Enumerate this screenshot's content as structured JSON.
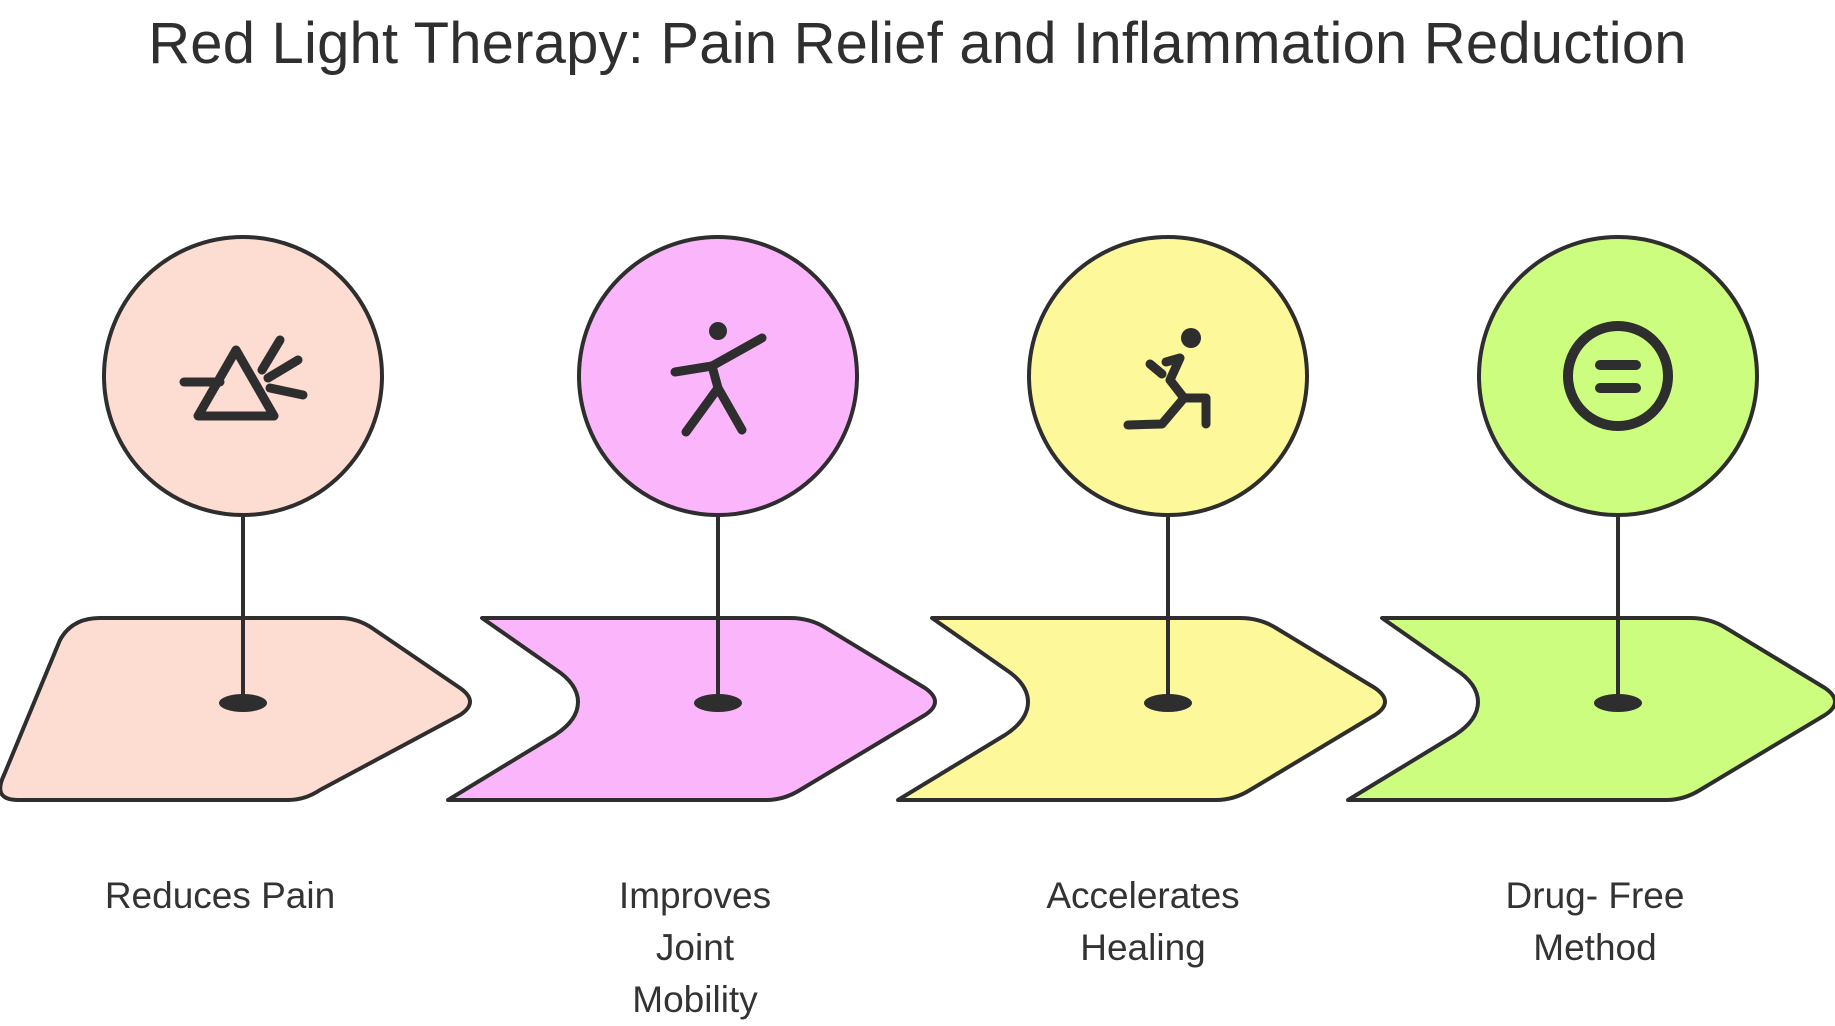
{
  "title": "Red Light Therapy: Pain Relief and Inflammation Reduction",
  "steps": [
    {
      "label_lines": [
        "Reduces Pain"
      ],
      "icon": "light-prism-icon",
      "color": "#fddcd2"
    },
    {
      "label_lines": [
        "Improves",
        "Joint",
        "Mobility"
      ],
      "icon": "stretching-figure-icon",
      "color": "#fbb6fb"
    },
    {
      "label_lines": [
        "Accelerates",
        "Healing"
      ],
      "icon": "lunging-figure-icon",
      "color": "#fdf899"
    },
    {
      "label_lines": [
        "Drug- Free",
        "Method"
      ],
      "icon": "equals-circle-icon",
      "color": "#ccfd7f"
    }
  ],
  "colors": {
    "stroke": "#2e2e2e",
    "text": "#333333"
  }
}
